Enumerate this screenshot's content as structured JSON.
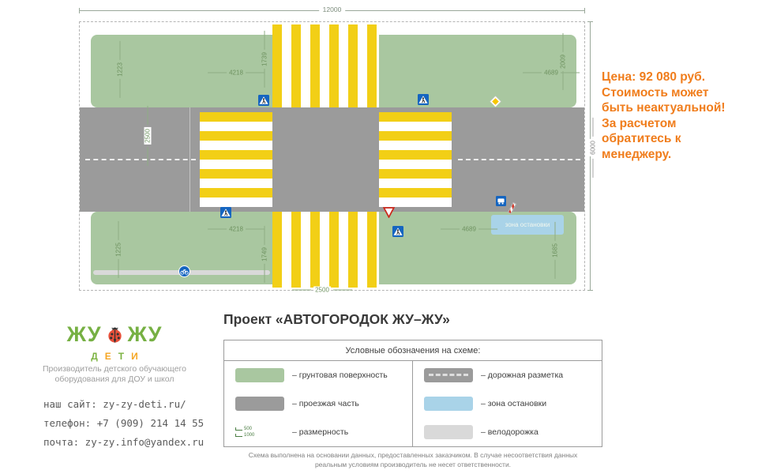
{
  "plan": {
    "dims": {
      "total_width": "12000",
      "total_height": "6000",
      "tl_height": "1223",
      "tl_width": "4218",
      "top_road_width": "1739",
      "tr_width": "4689",
      "tr_height": "2009",
      "left_road_height": "2500",
      "bl_height": "1225",
      "bl_width": "4218",
      "bottom_road_width": "1749",
      "bottom_center_width": "2500",
      "br_width": "4689",
      "br_height": "1685"
    },
    "bus_zone_label": "зона остановки"
  },
  "price": {
    "text": "Цена: 92 080 руб.\nСтоимость может\nбыть неактуальной!\nЗа расчетом\nобратитесь к\nменеджеру."
  },
  "branding": {
    "logo_left": "ЖУ",
    "logo_right": "ЖУ",
    "logo_sub_letters": [
      "Д",
      "Е",
      "Т",
      "И"
    ],
    "tagline": "Производитель детского обучающего\nоборудования для ДОУ и школ",
    "site": "наш сайт: zy-zy-deti.ru/",
    "phone": "телефон: +7 (909) 214 14 55",
    "email": "почта: zy-zy.info@yandex.ru"
  },
  "project": {
    "title": "Проект «АВТОГОРОДОК ЖУ–ЖУ»"
  },
  "legend": {
    "header": "Условные обозначения на схеме:",
    "dim_sample_1": "500",
    "dim_sample_2": "1000",
    "items": [
      {
        "label": "– грунтовая поверхность",
        "swatch": "grass"
      },
      {
        "label": "– проезжая часть",
        "swatch": "road"
      },
      {
        "label": "– размерность",
        "swatch": "dimension"
      },
      {
        "label": "– дорожная разметка",
        "swatch": "marking"
      },
      {
        "label": "– зона остановки",
        "swatch": "buszone"
      },
      {
        "label": "– велодорожка",
        "swatch": "bikepath"
      }
    ]
  },
  "disclaimer": "Схема выполнена на основании данных, предоставленных заказчиком. В случае несоответствия данных\nреальным условиям производитель не несет ответственности.",
  "colors": {
    "grass": "#a9c7a0",
    "road": "#9b9b9b",
    "stripe_yellow": "#f2cf16",
    "bus_zone": "#a9d3e8",
    "bike_path": "#d9d9d9",
    "price_orange": "#f07d1c",
    "dimension_green": "#6f9361",
    "logo_green": "#76b043"
  }
}
